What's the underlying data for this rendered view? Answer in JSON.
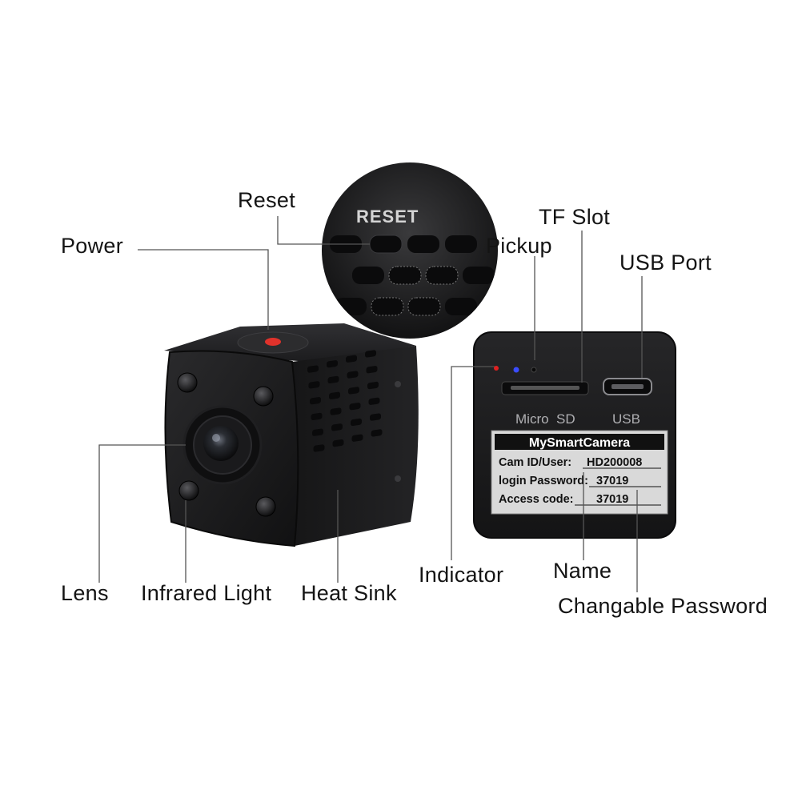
{
  "callouts": {
    "reset": "Reset",
    "power": "Power",
    "tf_slot": "TF Slot",
    "pickup": "Pickup",
    "usb_port": "USB Port",
    "lens": "Lens",
    "infrared_light": "Infrared Light",
    "heat_sink": "Heat Sink",
    "indicator": "Indicator",
    "name": "Name",
    "changable_password": "Changable Password"
  },
  "zoom_panel": {
    "reset_text": "RESET"
  },
  "back_panel": {
    "micro_sd_text": "Micro  SD",
    "usb_text": "USB"
  },
  "label_sticker": {
    "title": "MySmartCamera",
    "rows": [
      {
        "key": "Cam ID/User:",
        "value": "HD200008"
      },
      {
        "key": "login Password:",
        "value": "37019"
      },
      {
        "key": "Access code:",
        "value": "37019"
      }
    ]
  },
  "colors": {
    "camera_body": "#1b1b1d",
    "power_button": "#e0322b",
    "indicator_red": "#e02020",
    "indicator_blue": "#3a4cff",
    "leader_line": "#555555",
    "sticker_bg": "#d9d9d9"
  }
}
